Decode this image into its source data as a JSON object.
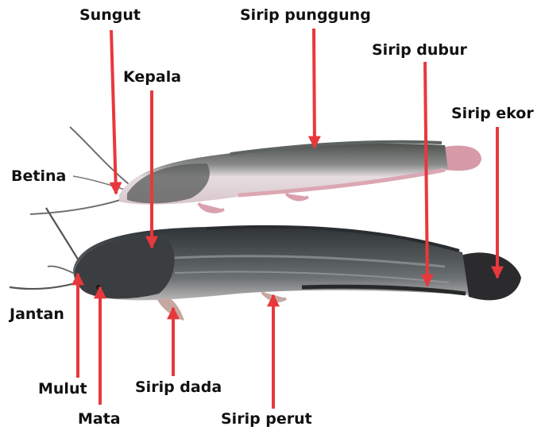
{
  "labels": {
    "sungut": "Sungut",
    "sirip_punggung": "Sirip punggung",
    "sirip_dubur": "Sirip dubur",
    "kepala": "Kepala",
    "sirip_ekor": "Sirip ekor",
    "betina": "Betina",
    "jantan": "Jantan",
    "mulut": "Mulut",
    "mata": "Mata",
    "sirip_dada": "Sirip dada",
    "sirip_perut": "Sirip perut"
  },
  "colors": {
    "arrow": "#e8383d",
    "female_back": "#5d6360",
    "female_belly": "#e4d8dc",
    "female_fin": "#dba7b3",
    "male_body": "#3f4345",
    "male_tail": "#2b2a2c",
    "male_fin": "#c6a8a0"
  }
}
